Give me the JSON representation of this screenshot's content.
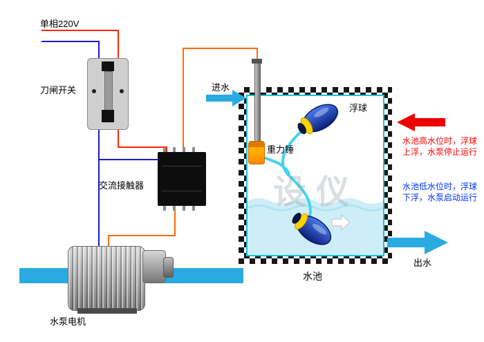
{
  "labels": {
    "power": "单相220V",
    "knife_switch": "刀闸开关",
    "contactor": "交流接触器",
    "inlet": "进水",
    "gravity_hammer": "重力锤",
    "float_ball": "浮球",
    "pool": "水池",
    "outlet": "出水",
    "pump_motor": "水泵电机"
  },
  "annotations": {
    "high": {
      "line1": "水池高水位时，浮球",
      "line2": "上浮，水泵停止运行",
      "color": "#ff0000"
    },
    "low": {
      "line1": "水池低水位时，浮球",
      "line2": "下浮，水泵启动运行",
      "color": "#0033ff"
    }
  },
  "watermark": "设仪",
  "colors": {
    "wire_blue": "#1a1acc",
    "wire_red": "#ff2400",
    "wire_orange": "#ff6a00",
    "pipe_cyan": "#29abe2",
    "arrow_red": "#ee0000",
    "tank_border": "#19c3d8",
    "water": "#cdeef8",
    "float_blue": "#16309b",
    "float_band_yellow": "#ffd200",
    "hammer_orange": "#ff8a00"
  }
}
